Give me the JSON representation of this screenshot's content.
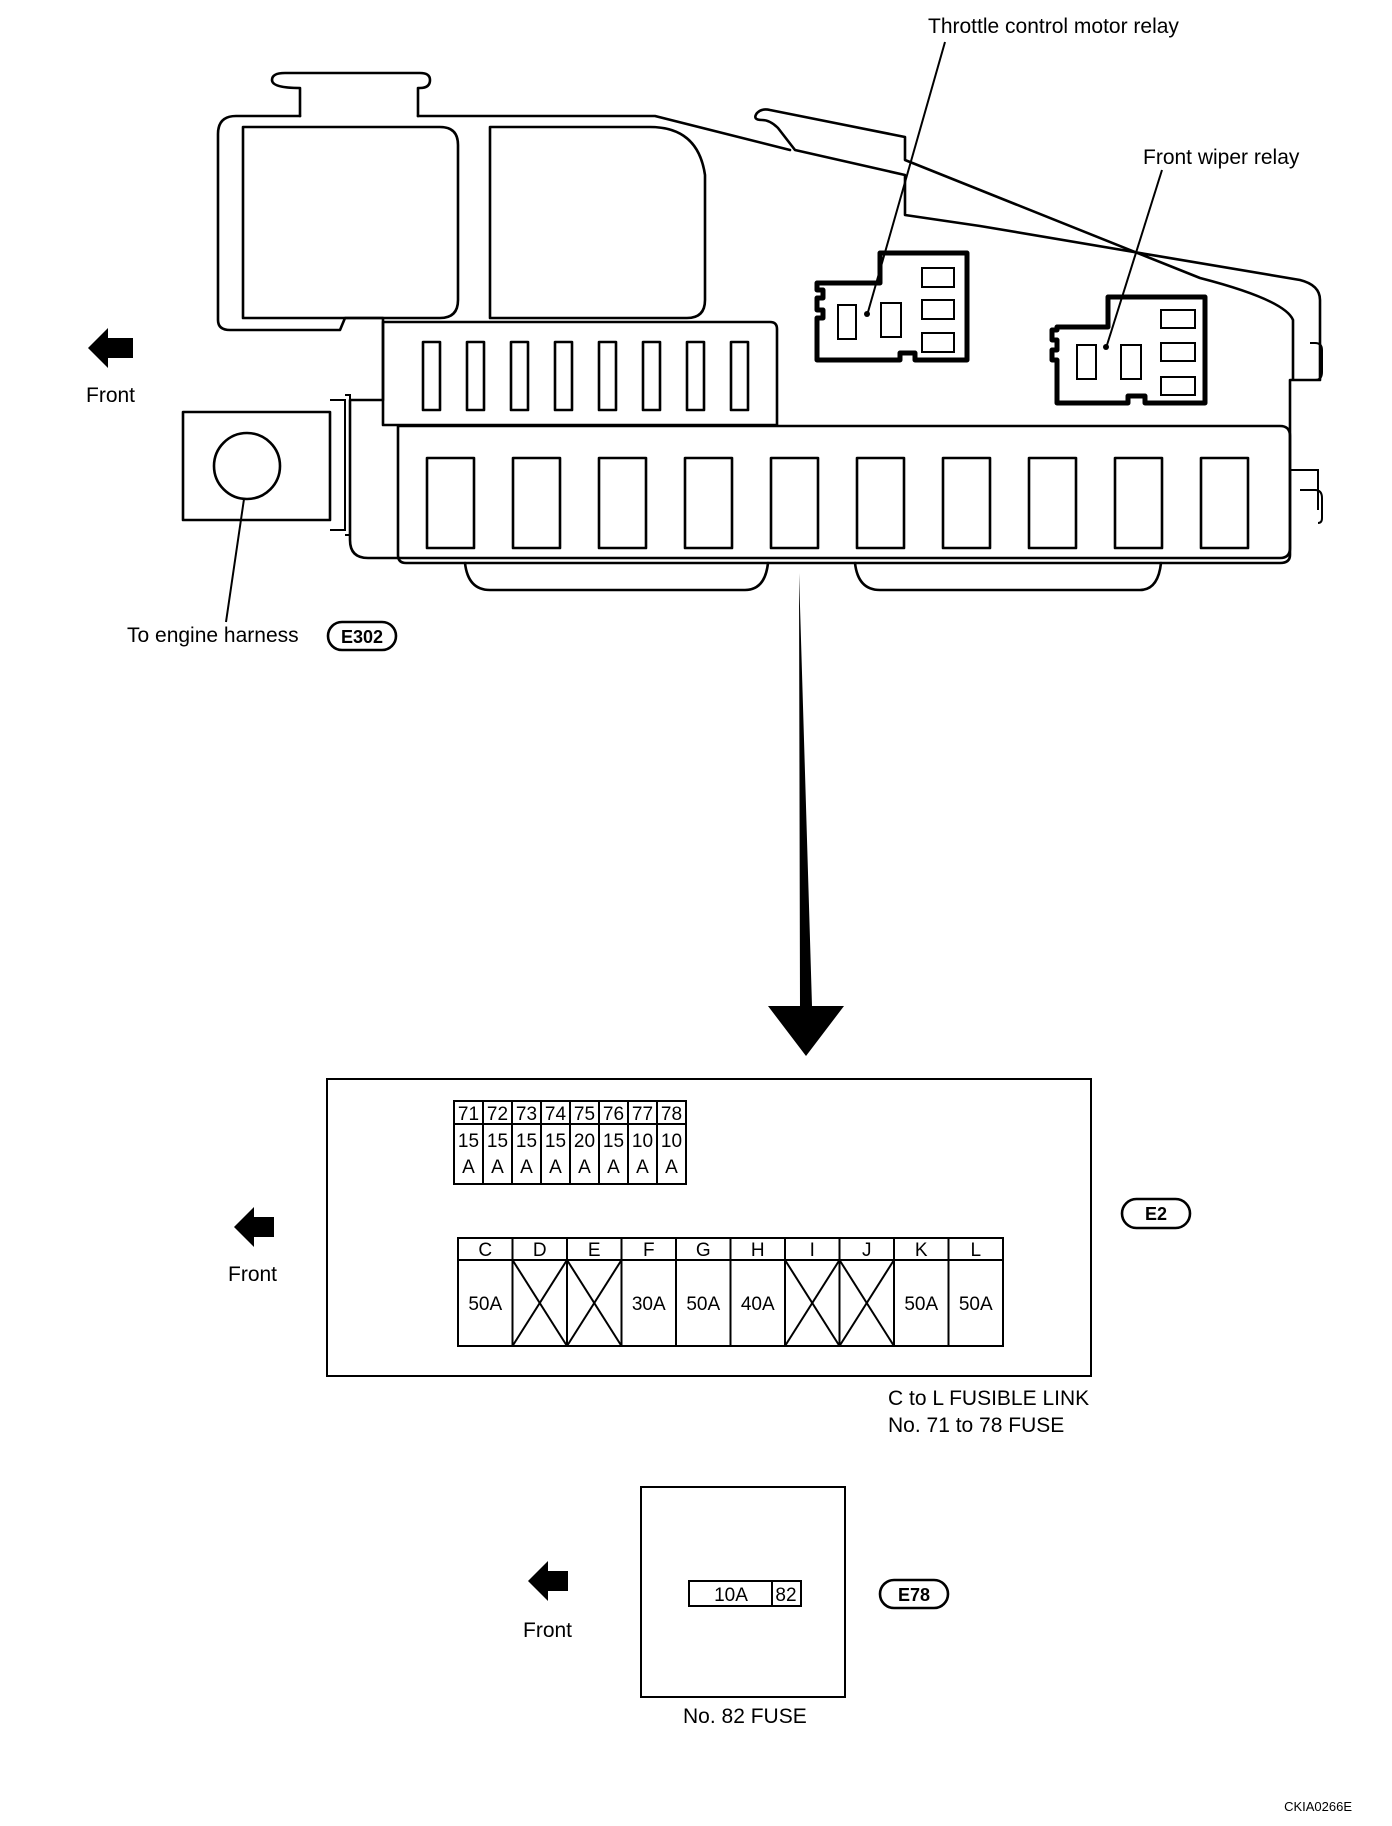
{
  "labels": {
    "throttle_relay": "Throttle control motor relay",
    "wiper_relay": "Front wiper relay",
    "front": "Front",
    "engine_harness": "To engine harness",
    "e302": "E302",
    "e2": "E2",
    "e78": "E78",
    "caption_line1": "C to L FUSIBLE LINK",
    "caption_line2": "No. 71 to 78 FUSE",
    "fuse82_caption": "No. 82 FUSE",
    "figure_code": "CKIA0266E"
  },
  "fuses_71_78": [
    {
      "no": "71",
      "amp": "15",
      "unit": "A"
    },
    {
      "no": "72",
      "amp": "15",
      "unit": "A"
    },
    {
      "no": "73",
      "amp": "15",
      "unit": "A"
    },
    {
      "no": "74",
      "amp": "15",
      "unit": "A"
    },
    {
      "no": "75",
      "amp": "20",
      "unit": "A"
    },
    {
      "no": "76",
      "amp": "15",
      "unit": "A"
    },
    {
      "no": "77",
      "amp": "10",
      "unit": "A"
    },
    {
      "no": "78",
      "amp": "10",
      "unit": "A"
    }
  ],
  "fusible_links": [
    {
      "id": "C",
      "value": "50A"
    },
    {
      "id": "D",
      "value": ""
    },
    {
      "id": "E",
      "value": ""
    },
    {
      "id": "F",
      "value": "30A"
    },
    {
      "id": "G",
      "value": "50A"
    },
    {
      "id": "H",
      "value": "40A"
    },
    {
      "id": "I",
      "value": ""
    },
    {
      "id": "J",
      "value": ""
    },
    {
      "id": "K",
      "value": "50A"
    },
    {
      "id": "L",
      "value": "50A"
    }
  ],
  "fuse_82": {
    "value": "10A",
    "no": "82"
  }
}
